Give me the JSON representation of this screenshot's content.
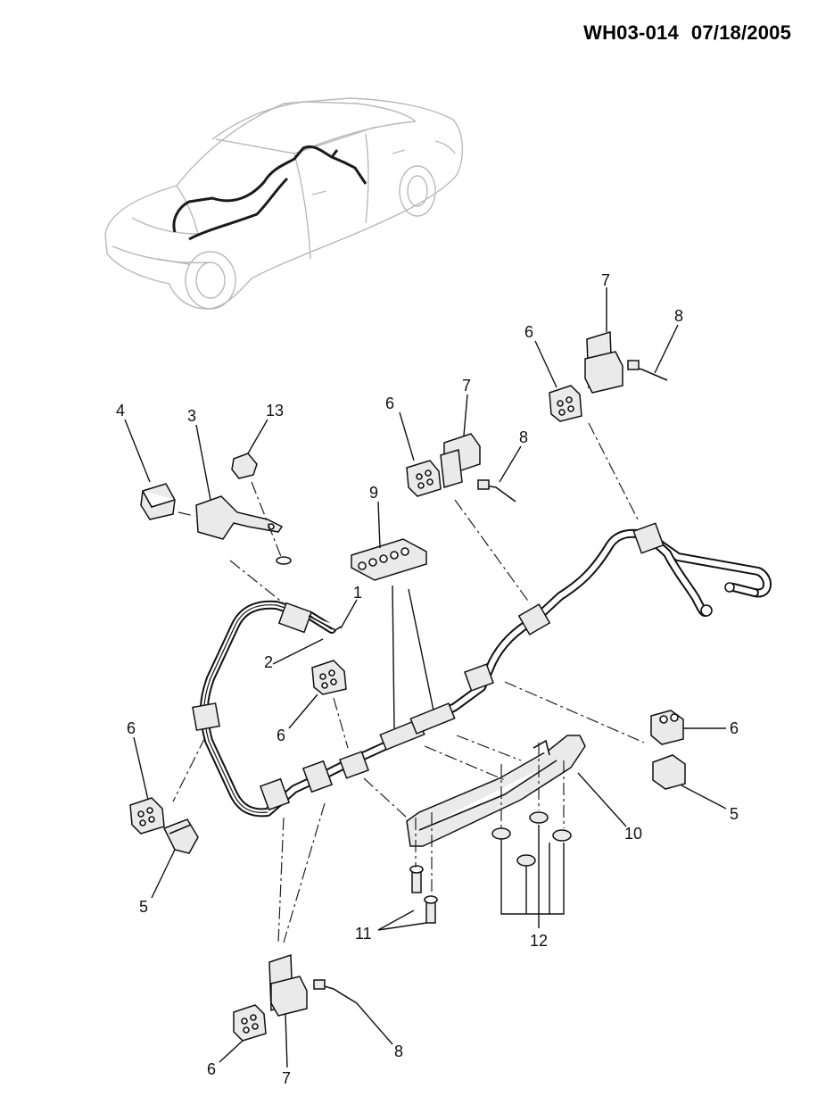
{
  "header": {
    "code": "WH03-014",
    "date": "07/18/2005"
  },
  "callouts": {
    "c1": "1",
    "c2": "2",
    "c3": "3",
    "c4": "4",
    "c5a": "5",
    "c5b": "5",
    "c6a": "6",
    "c6b": "6",
    "c6c": "6",
    "c6d": "6",
    "c6e": "6",
    "c6f": "6",
    "c7a": "7",
    "c7b": "7",
    "c7c": "7",
    "c8a": "8",
    "c8b": "8",
    "c8c": "8",
    "c9": "9",
    "c10": "10",
    "c11": "11",
    "c12": "12",
    "c13": "13"
  }
}
